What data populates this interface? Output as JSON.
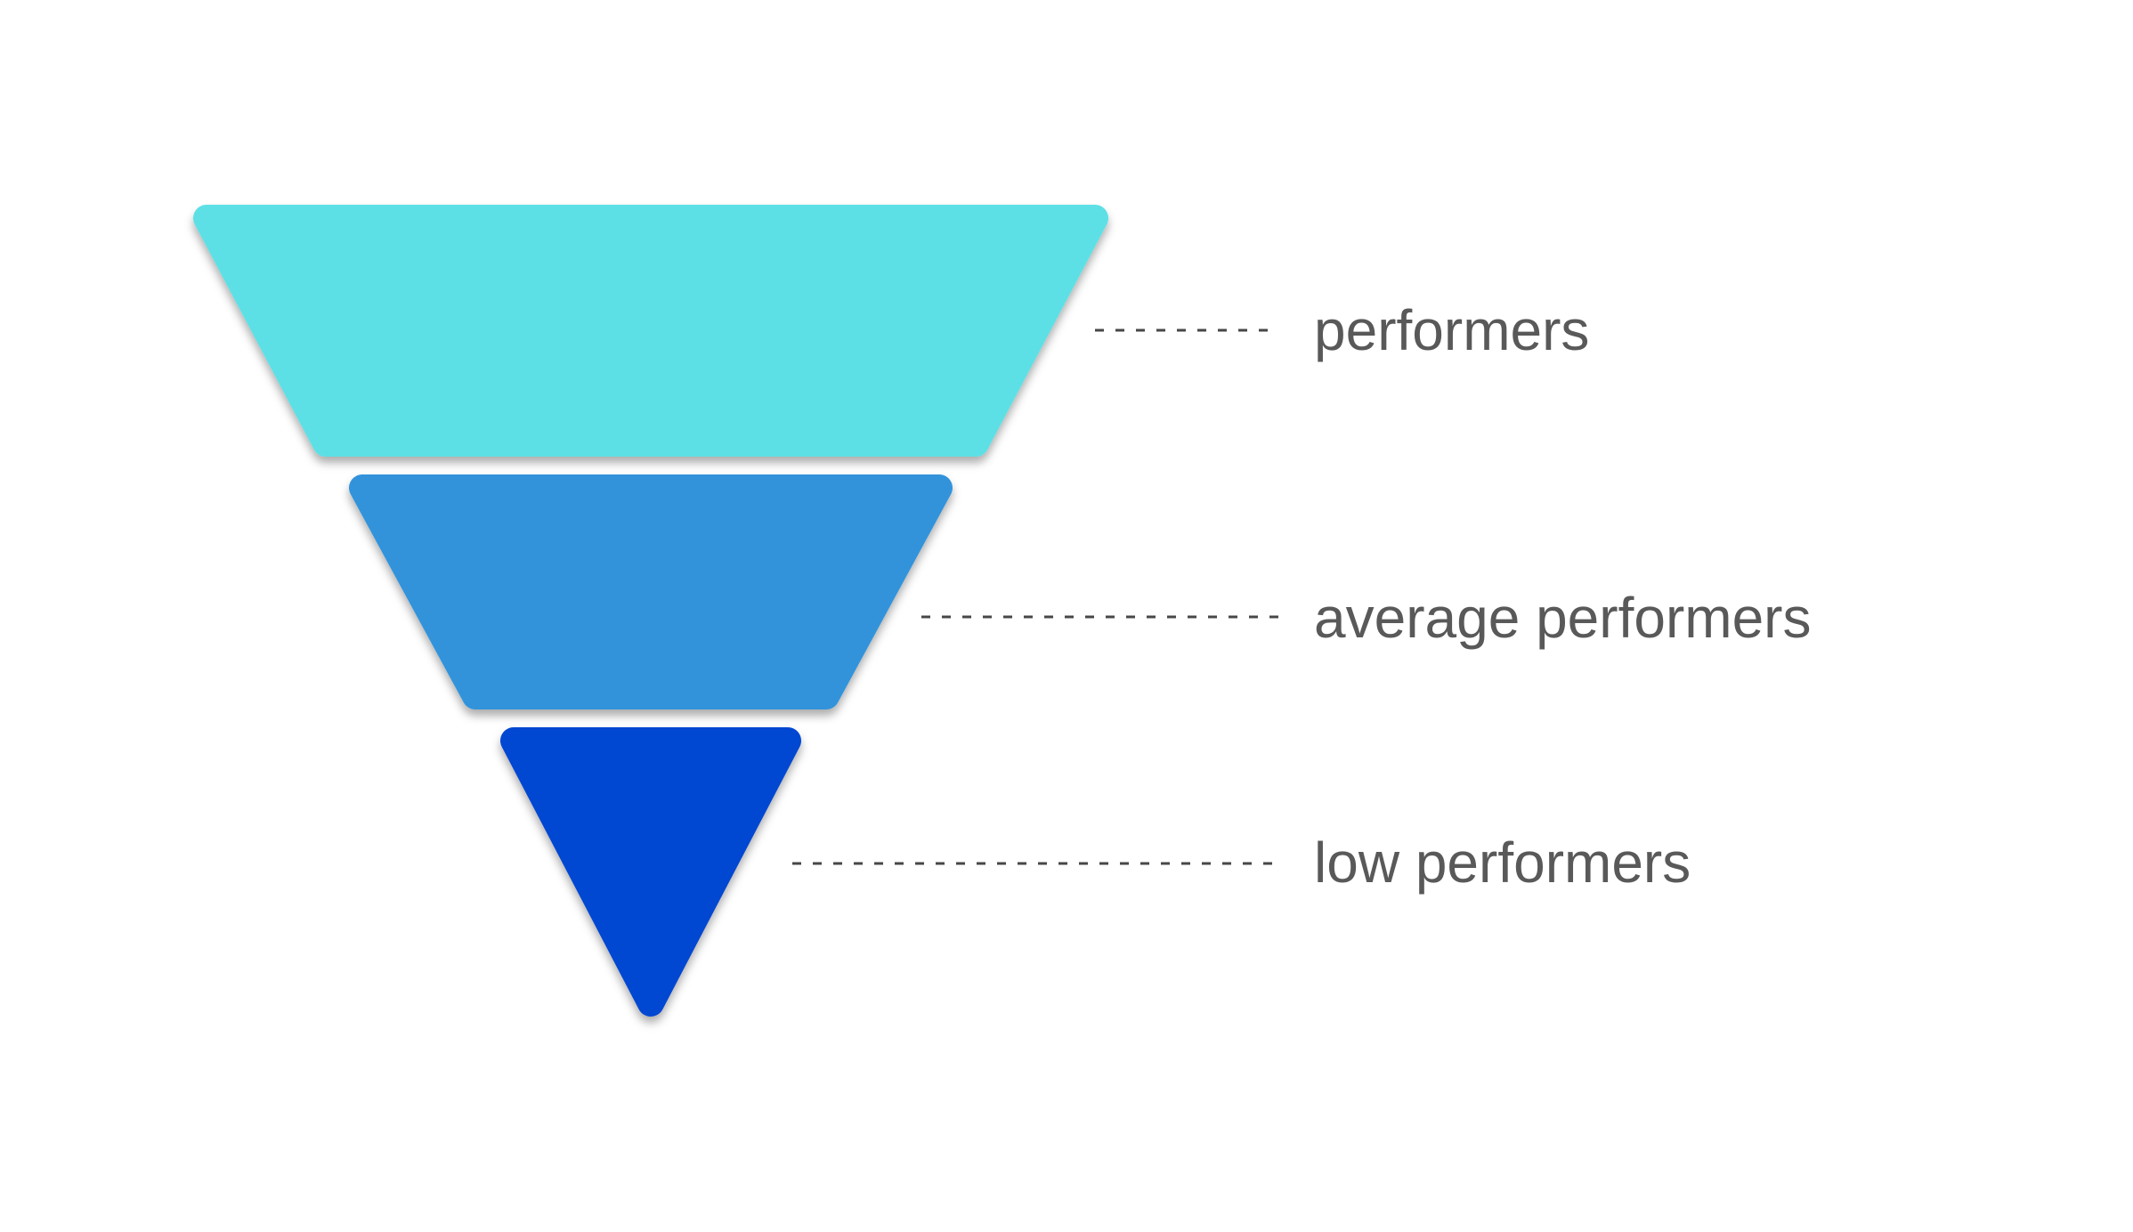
{
  "background_color": "#ffffff",
  "funnel": {
    "levels": [
      {
        "label": "performers",
        "color": "#5CE0E6"
      },
      {
        "label": "average performers",
        "color": "#3093DB"
      },
      {
        "label": "low performers",
        "color": "#0447D1"
      }
    ],
    "label_color": "#595959",
    "connector_color": "#474747"
  }
}
